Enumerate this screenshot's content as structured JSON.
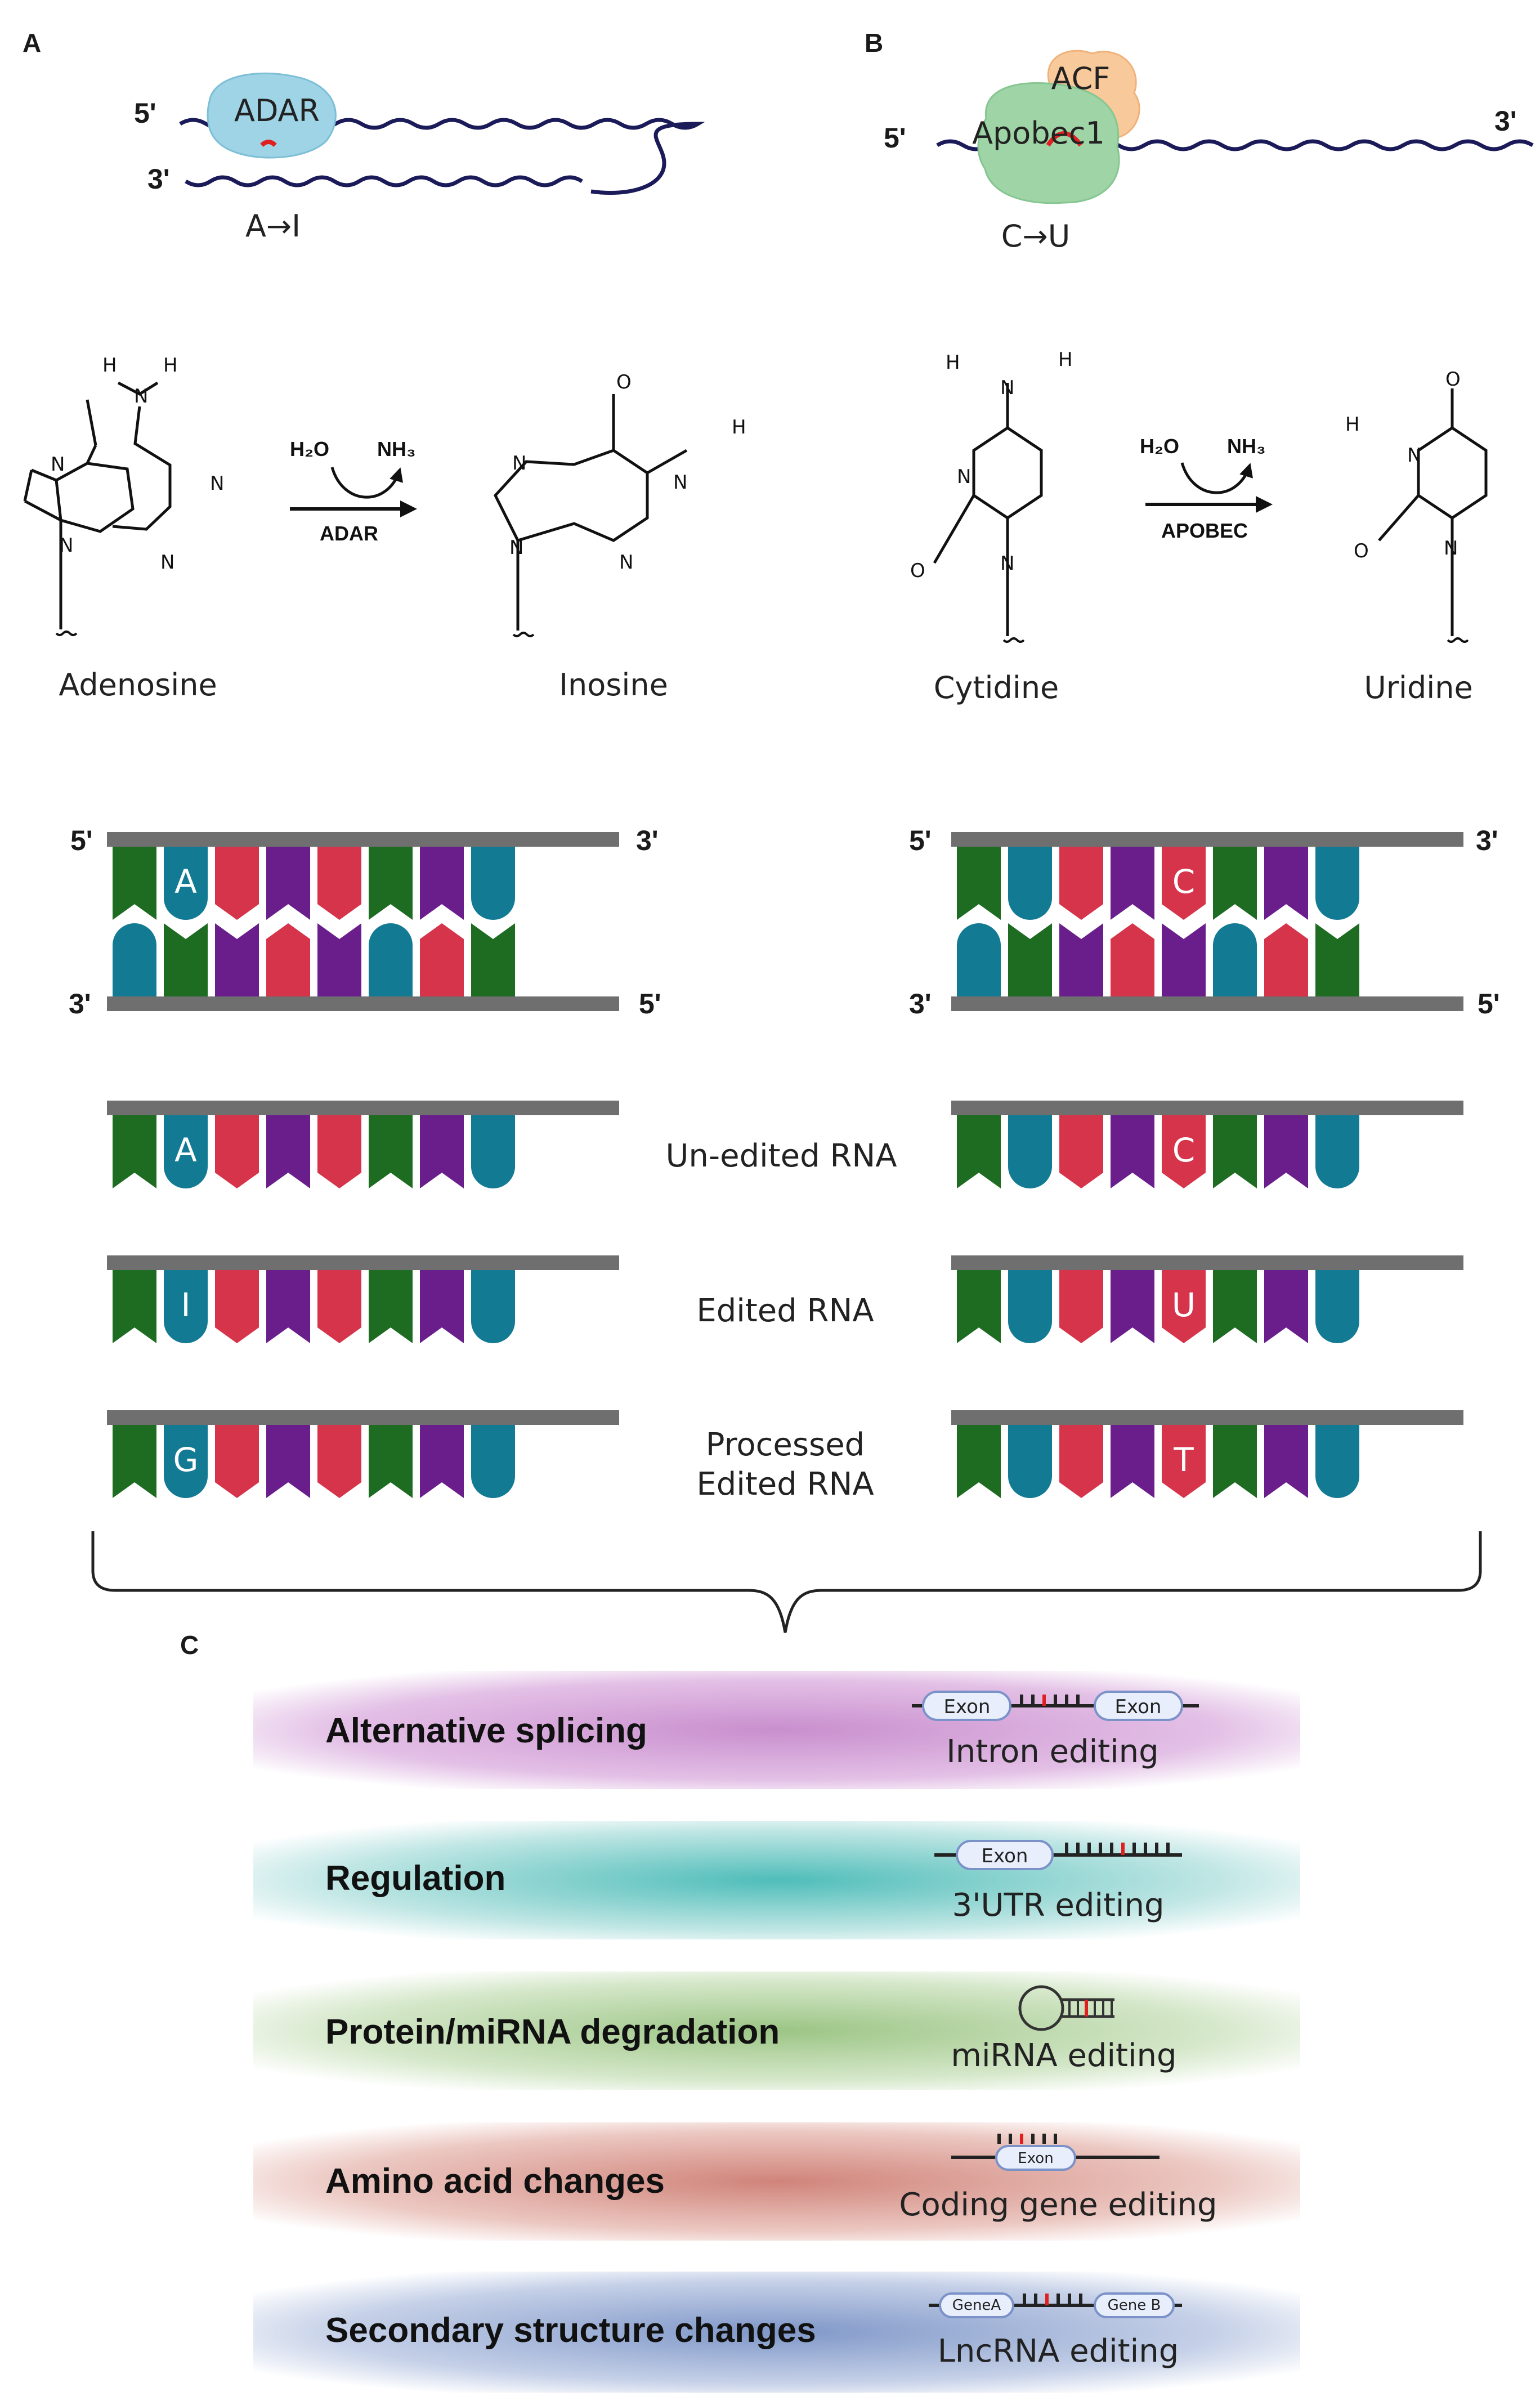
{
  "panels": {
    "a": "A",
    "b": "B",
    "c": "C"
  },
  "primes": {
    "five": "5'",
    "three": "3'"
  },
  "panel_a": {
    "enzyme": "ADAR",
    "edit": "A→I",
    "reaction": {
      "substrate": "Adenosine",
      "product": "Inosine",
      "water": "H₂O",
      "ammonia": "NH₃",
      "enzyme": "ADAR"
    }
  },
  "panel_b": {
    "cofactor": "ACF",
    "enzyme": "Apobec1",
    "edit": "C→U",
    "reaction": {
      "substrate": "Cytidine",
      "product": "Uridine",
      "water": "H₂O",
      "ammonia": "NH₃",
      "enzyme": "APOBEC"
    }
  },
  "atoms": {
    "N": "N",
    "H": "H",
    "O": "O"
  },
  "colors": {
    "green": "#1e6b22",
    "teal": "#137a94",
    "red": "#d6344a",
    "purple": "#6a1e8c",
    "bar": "#6f6f6f",
    "edit_mark": "#e02020"
  },
  "duplex_a": {
    "top": [
      "green",
      "teal",
      "red",
      "purple",
      "red",
      "green",
      "purple",
      "teal"
    ],
    "bottom": [
      "teal",
      "green",
      "purple",
      "red",
      "purple",
      "teal",
      "red",
      "green"
    ],
    "label": "A"
  },
  "duplex_b": {
    "top": [
      "green",
      "teal",
      "red",
      "purple",
      "red",
      "green",
      "purple",
      "teal"
    ],
    "bottom": [
      "teal",
      "green",
      "purple",
      "red",
      "purple",
      "teal",
      "red",
      "green"
    ],
    "label": "C"
  },
  "strands": {
    "pattern": [
      "green",
      "teal",
      "red",
      "purple",
      "red",
      "green",
      "purple",
      "teal"
    ],
    "states": [
      {
        "name": "Un-edited RNA",
        "a_base": "A",
        "b_base": "C"
      },
      {
        "name": "Edited RNA",
        "a_base": "I",
        "b_base": "U"
      },
      {
        "name": "Processed Edited RNA",
        "name_line1": "Processed",
        "name_line2": "Edited RNA",
        "a_base": "G",
        "b_base": "T"
      }
    ]
  },
  "consequences": [
    {
      "function": "Alternative splicing",
      "editing": "Intron editing",
      "exon1": "Exon",
      "exon2": "Exon",
      "color": "#c98fce"
    },
    {
      "function": "Regulation",
      "editing": "3'UTR editing",
      "exon1": "Exon",
      "color": "#5cc2bf"
    },
    {
      "function": "Protein/miRNA degradation",
      "editing": "miRNA editing",
      "color": "#a4c98c"
    },
    {
      "function": "Amino acid changes",
      "editing": "Coding gene editing",
      "exon1": "Exon",
      "color": "#d58f82"
    },
    {
      "function": "Secondary structure changes",
      "editing": "LncRNA editing",
      "exon1": "GeneA",
      "exon2": "Gene B",
      "color": "#8aa0cc"
    }
  ]
}
